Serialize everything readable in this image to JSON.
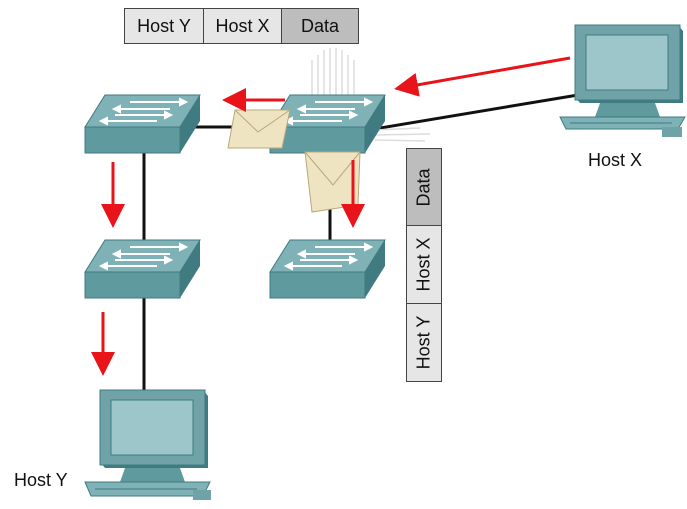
{
  "frame_top": {
    "fields": [
      "Host Y",
      "Host X",
      "Data"
    ],
    "colors": [
      "#e6e6e6",
      "#e6e6e6",
      "#bdbdbd"
    ]
  },
  "frame_side": {
    "fields": [
      "Data",
      "Host X",
      "Host Y"
    ],
    "colors": [
      "#bdbdbd",
      "#e6e6e6",
      "#e6e6e6"
    ]
  },
  "hosts": {
    "x_label": "Host X",
    "y_label": "Host Y"
  },
  "colors": {
    "switch_top": "#7fb2b6",
    "switch_side": "#3f7b80",
    "switch_front": "#5f9a9e",
    "arrow": "#e8141a",
    "link": "#111111",
    "envelope": "#efe4c2",
    "pc_body": "#6fa3a7"
  }
}
